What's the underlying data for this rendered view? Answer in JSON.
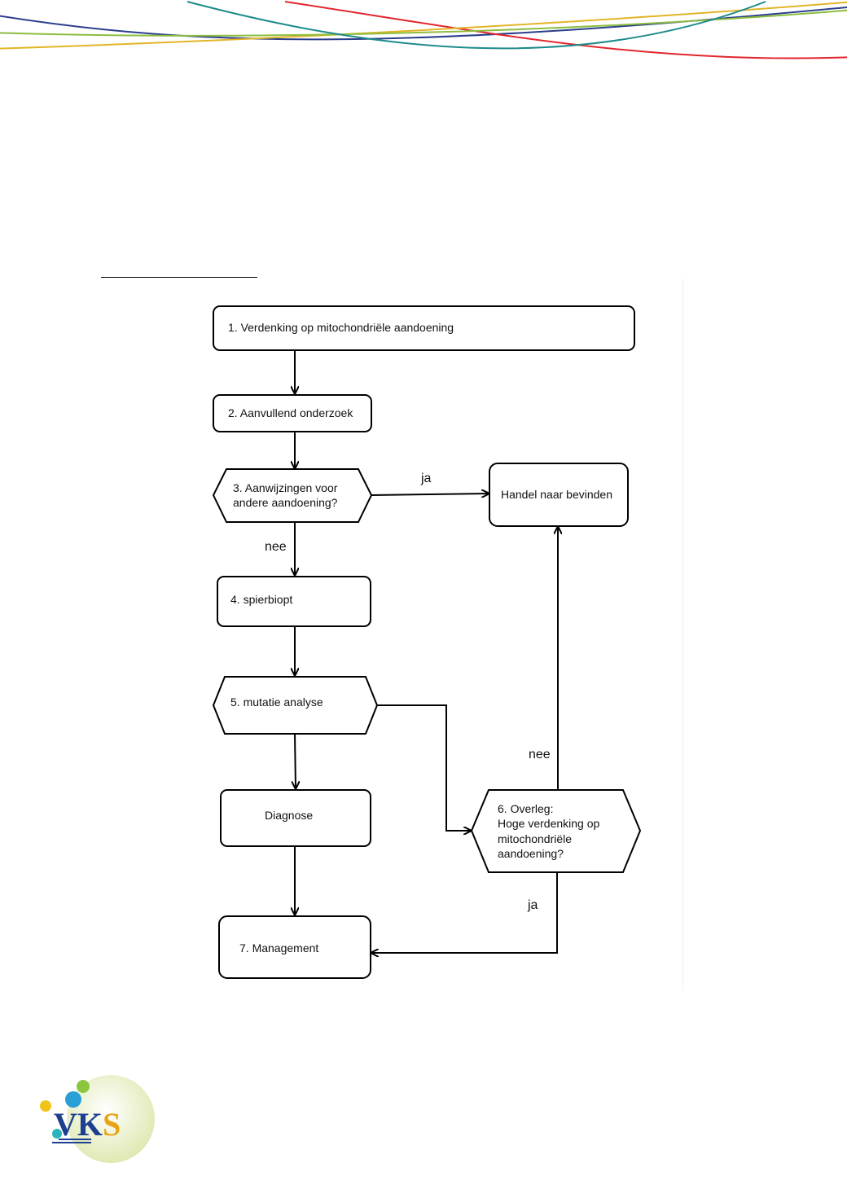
{
  "header": {
    "wave_colors": [
      "#2b3e8c",
      "#e2262d",
      "#e2b527",
      "#8cbd3f",
      "#1f8a8a",
      "#f0c419"
    ]
  },
  "flowchart": {
    "nodes": {
      "n1": {
        "lines": [
          "1. Verdenking op mitochondriële aandoening"
        ]
      },
      "n2": {
        "lines": [
          "2. Aanvullend onderzoek"
        ]
      },
      "n3": {
        "lines": [
          "3. Aanwijzingen voor",
          "andere aandoening?"
        ]
      },
      "handel": {
        "lines": [
          "Handel naar bevinden"
        ]
      },
      "n4": {
        "lines": [
          "4. spierbiopt"
        ]
      },
      "n5": {
        "lines": [
          "5. mutatie analyse"
        ]
      },
      "diagnose": {
        "lines": [
          "Diagnose"
        ]
      },
      "n6": {
        "lines": [
          "6. Overleg:",
          "Hoge verdenking op",
          "mitochondriële",
          "aandoening?"
        ]
      },
      "n7": {
        "lines": [
          "7. Management"
        ]
      }
    },
    "edge_labels": {
      "ja_top": "ja",
      "nee_left": "nee",
      "nee_right": "nee",
      "ja_bottom": "ja"
    }
  },
  "logo": {
    "text": "VKS",
    "colors": {
      "v": "#1d3f8f",
      "k": "#1d3f8f",
      "s": "#e8a417",
      "bubble": "#e6f0c4"
    }
  }
}
